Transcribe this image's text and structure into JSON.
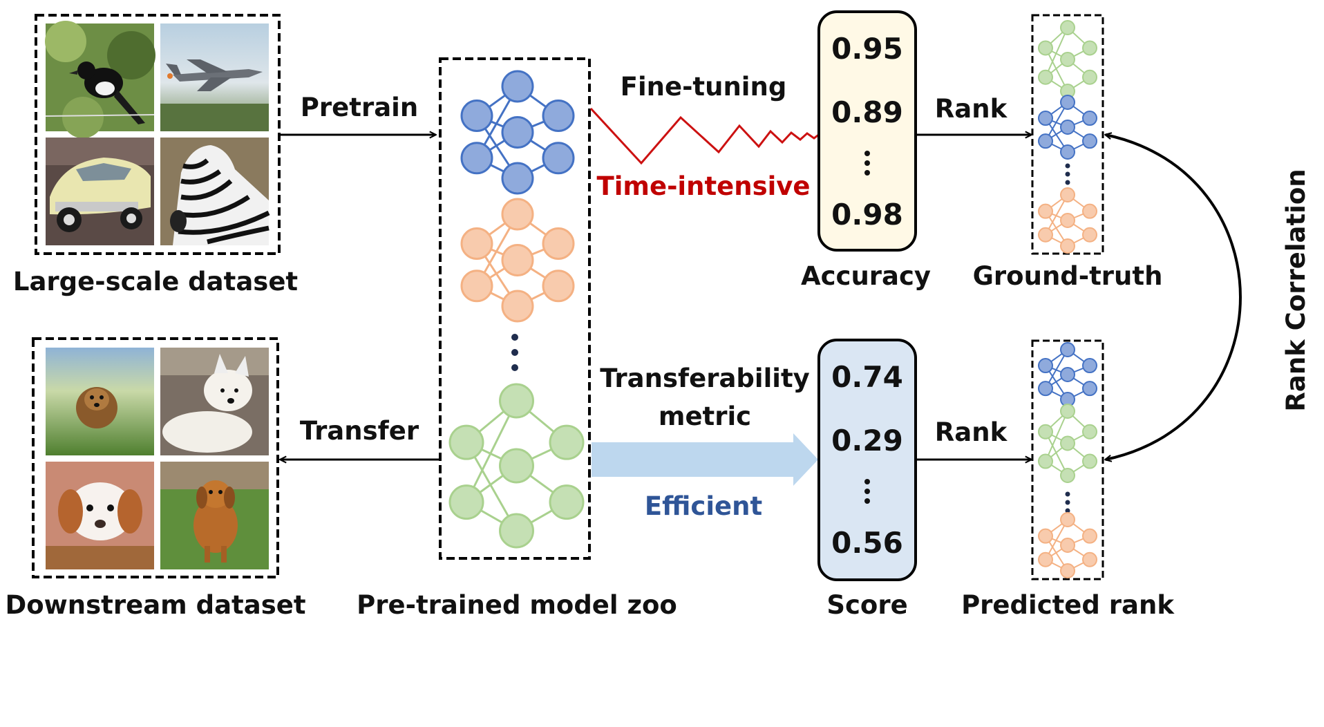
{
  "labels": {
    "large_dataset": "Large-scale dataset",
    "downstream_dataset": "Downstream dataset",
    "model_zoo": "Pre-trained model zoo",
    "pretrain": "Pretrain",
    "transfer": "Transfer",
    "fine_tuning": "Fine-tuning",
    "time_intensive": "Time-intensive",
    "transferability_line1": "Transferability",
    "transferability_line2": "metric",
    "efficient": "Efficient",
    "accuracy": "Accuracy",
    "score": "Score",
    "rank_top": "Rank",
    "rank_bottom": "Rank",
    "ground_truth": "Ground-truth",
    "predicted_rank": "Predicted rank",
    "rank_correlation": "Rank Correlation"
  },
  "accuracy_values": [
    "0.95",
    "0.89",
    "0.98"
  ],
  "score_values": [
    "0.74",
    "0.29",
    "0.56"
  ],
  "colors": {
    "blue_net": "#4472c4",
    "blue_fill": "#8faadc",
    "orange_net": "#f4b183",
    "orange_fill": "#f8cbad",
    "green_net": "#a9d18e",
    "green_fill": "#c5e0b4",
    "red_text": "#c00000",
    "efficient_text": "#2f5597",
    "accuracy_box": "#fff9e6",
    "score_box": "#dae6f3",
    "transfer_arrow": "#bdd7ee"
  },
  "images": {
    "large": [
      "magpie bird",
      "fighter jet",
      "vintage car",
      "zebra"
    ],
    "downstream": [
      "terrier dog",
      "akita dog",
      "spaniel puppy",
      "golden dog"
    ]
  }
}
